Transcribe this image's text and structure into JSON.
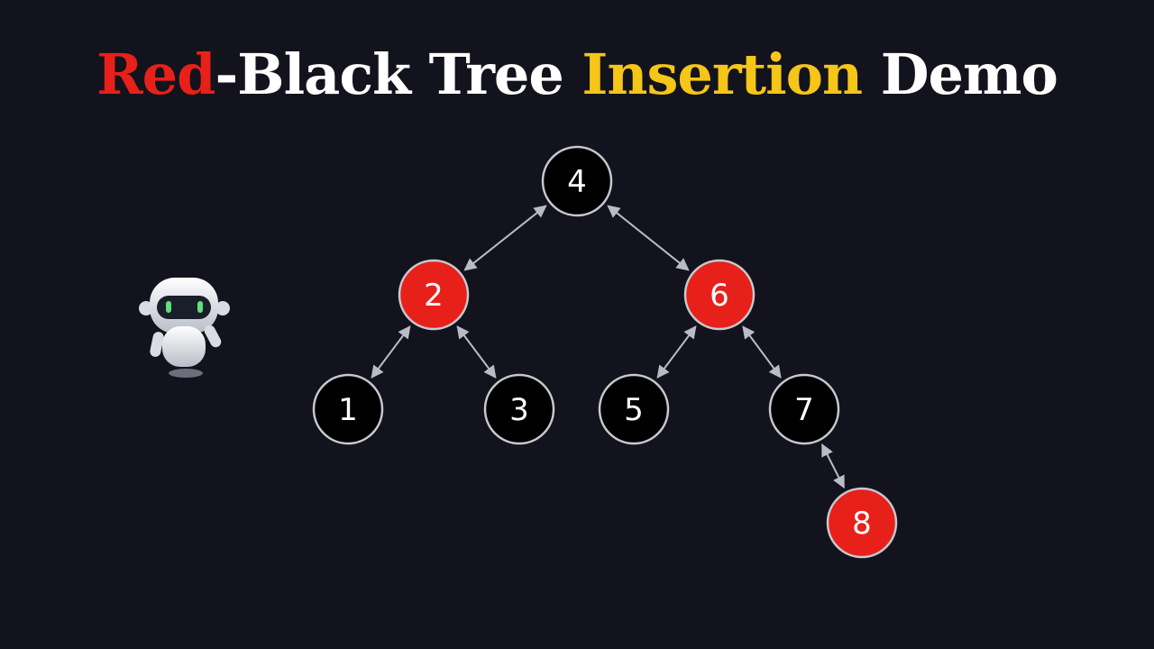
{
  "title": {
    "part1": "Red",
    "part2": "-Black Tree ",
    "part3": "Insertion",
    "part4": " Demo"
  },
  "colors": {
    "background": "#12131c",
    "red": "#e8201a",
    "black": "#000000",
    "highlight": "#f5c518",
    "edge": "#b9bcc6",
    "node_stroke": "#c7c9d1"
  },
  "tree": {
    "nodes": [
      {
        "id": "n4",
        "label": "4",
        "color": "black"
      },
      {
        "id": "n2",
        "label": "2",
        "color": "red"
      },
      {
        "id": "n6",
        "label": "6",
        "color": "red"
      },
      {
        "id": "n1",
        "label": "1",
        "color": "black"
      },
      {
        "id": "n3",
        "label": "3",
        "color": "black"
      },
      {
        "id": "n5",
        "label": "5",
        "color": "black"
      },
      {
        "id": "n7",
        "label": "7",
        "color": "black"
      },
      {
        "id": "n8",
        "label": "8",
        "color": "red"
      }
    ],
    "edges": [
      {
        "from": "n4",
        "to": "n2"
      },
      {
        "from": "n4",
        "to": "n6"
      },
      {
        "from": "n2",
        "to": "n1"
      },
      {
        "from": "n2",
        "to": "n3"
      },
      {
        "from": "n6",
        "to": "n5"
      },
      {
        "from": "n6",
        "to": "n7"
      },
      {
        "from": "n7",
        "to": "n8"
      }
    ]
  },
  "mascot": {
    "icon": "robot-icon"
  }
}
